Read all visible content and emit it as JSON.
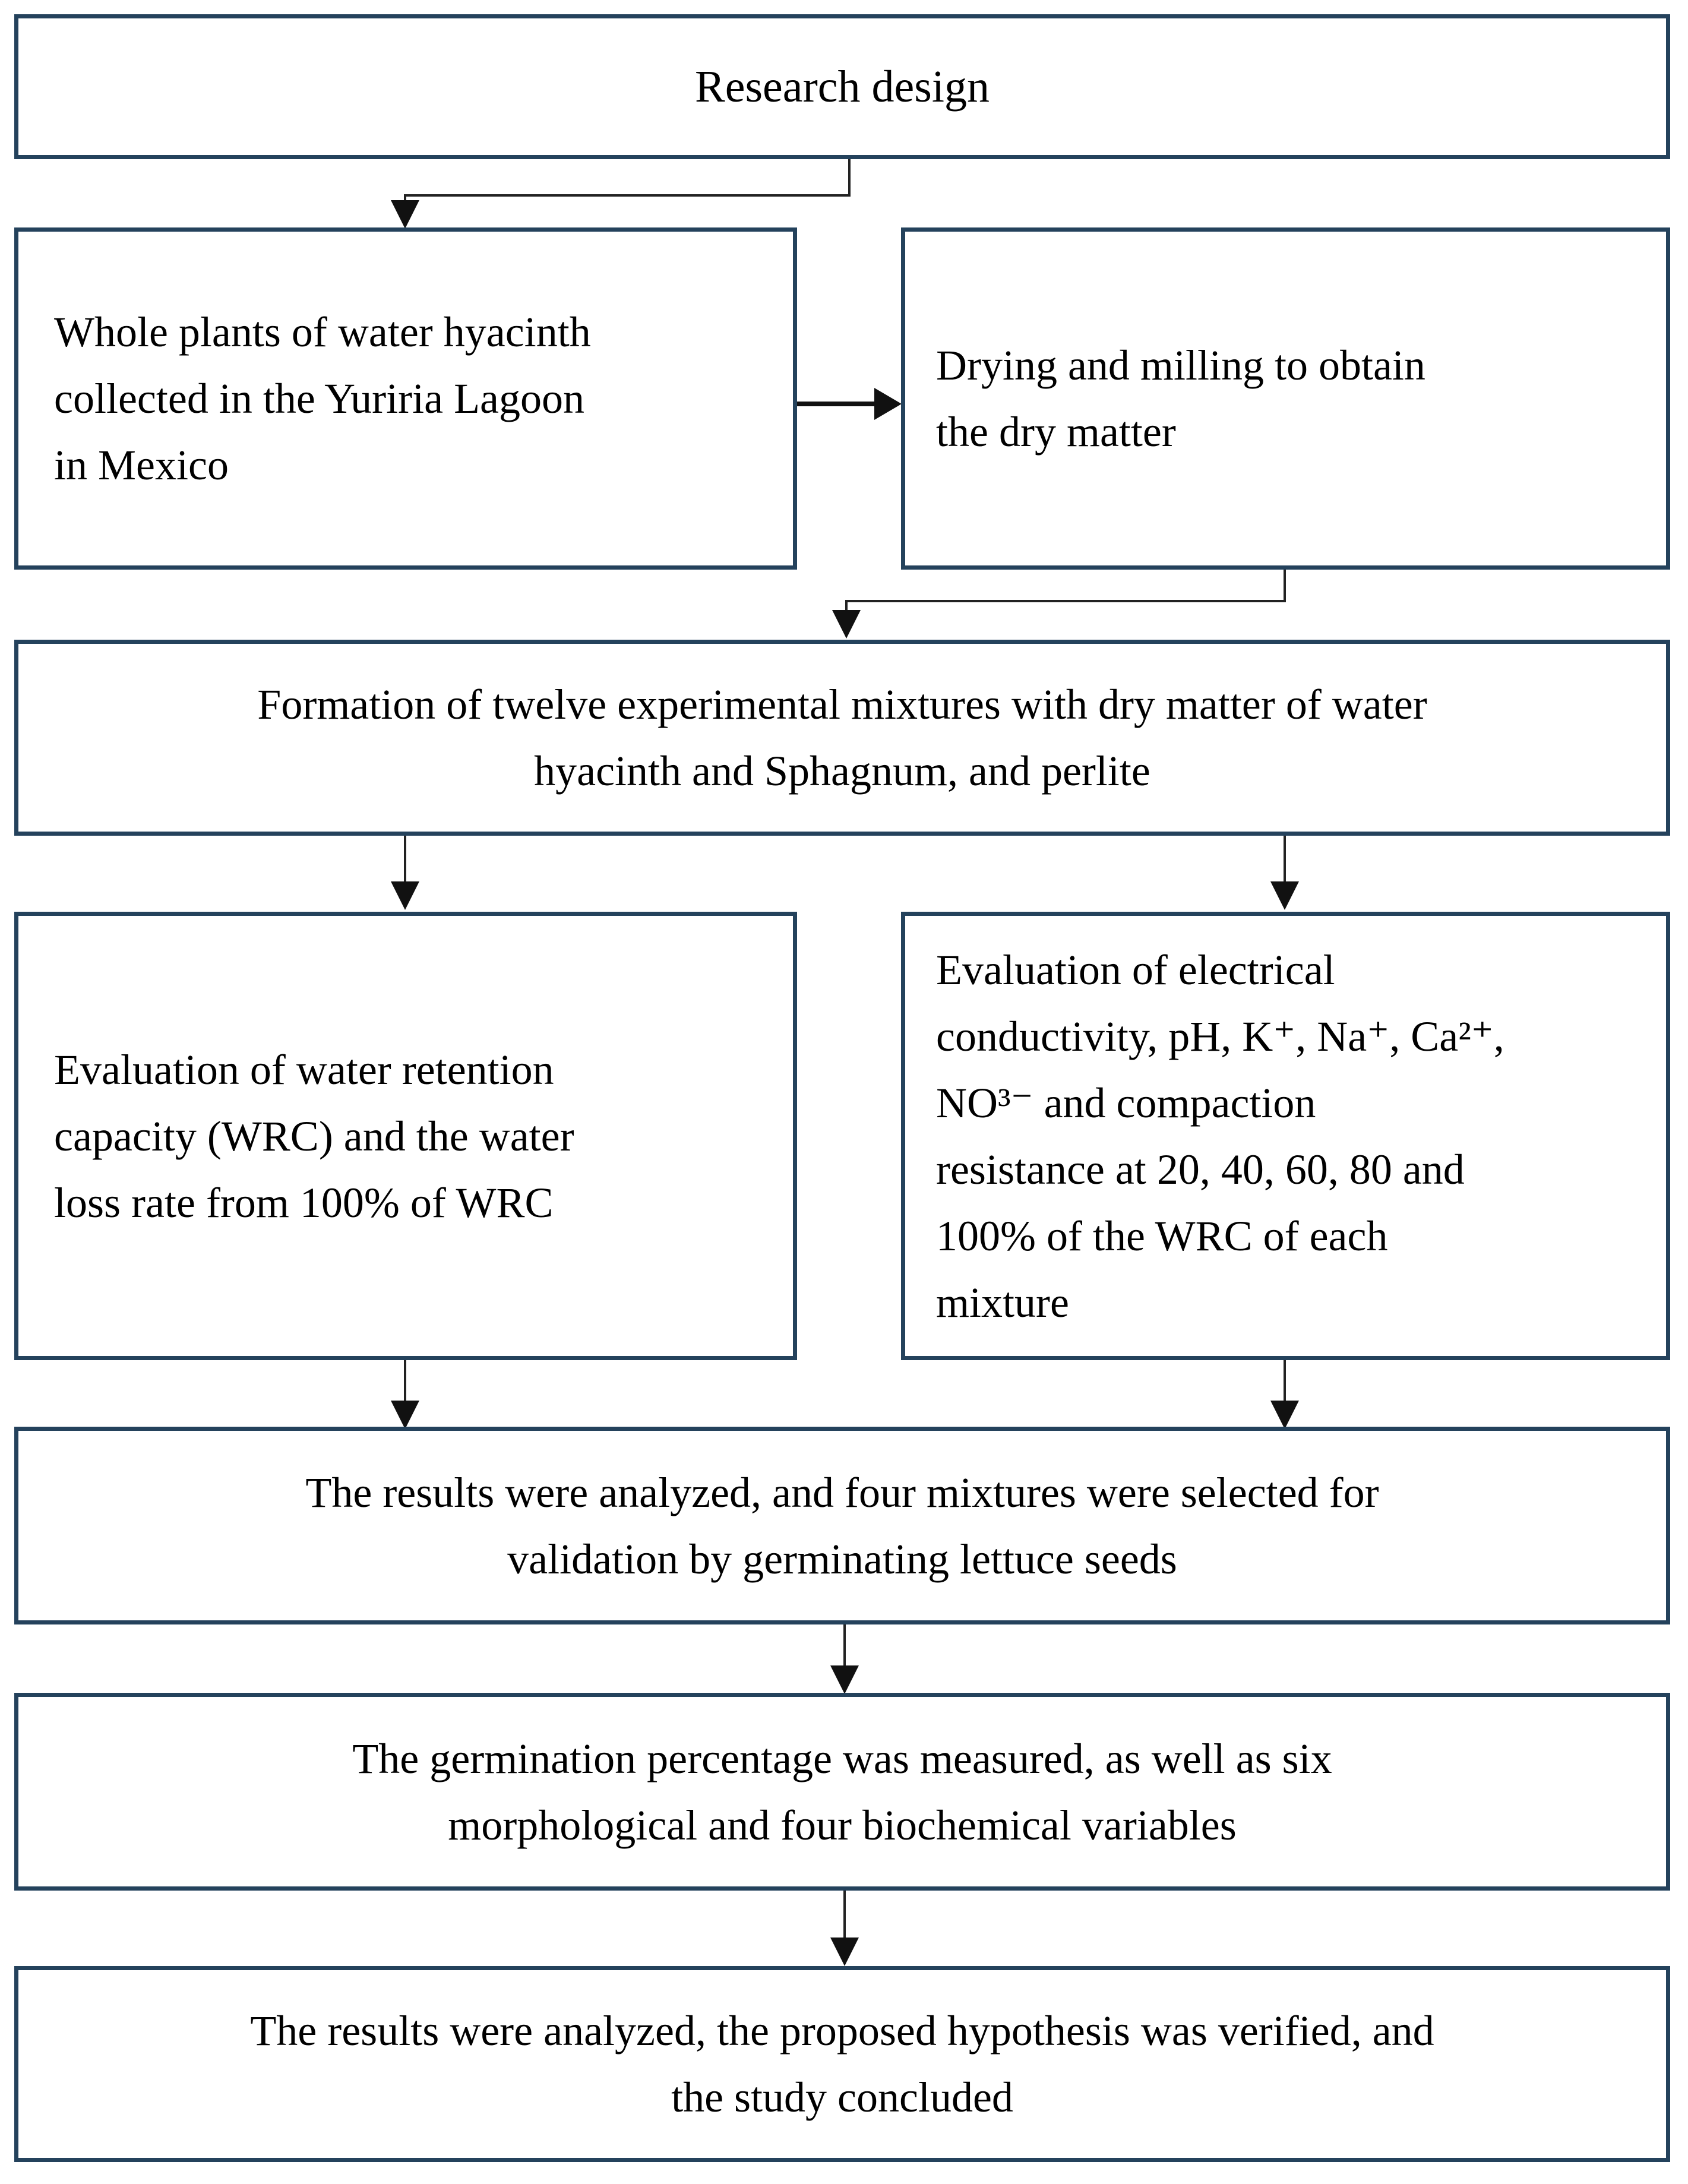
{
  "colors": {
    "box_border": "#24425C",
    "connector": "#111111",
    "background": "#FFFFFF",
    "text": "#000000"
  },
  "diagram": {
    "research_design": {
      "lines": [
        "Research design"
      ]
    },
    "collection": {
      "lines": [
        "Whole plants of water hyacinth",
        "collected in the Yuriria Lagoon",
        "in Mexico"
      ]
    },
    "drying": {
      "lines": [
        "Drying and milling to obtain",
        "the dry matter"
      ]
    },
    "formation": {
      "lines": [
        "Formation of twelve experimental mixtures with dry matter of water",
        "hyacinth and Sphagnum, and perlite"
      ]
    },
    "wrc_evaluation": {
      "lines": [
        "Evaluation of water retention",
        "capacity (WRC) and the water",
        "loss rate from 100% of WRC"
      ]
    },
    "chemical_evaluation": {
      "lines": [
        "Evaluation of electrical",
        "conductivity, pH, K⁺, Na⁺, Ca²⁺,",
        "NO³⁻ and compaction",
        "resistance at 20, 40, 60, 80 and",
        "100% of the WRC of each",
        "mixture"
      ]
    },
    "selection": {
      "lines": [
        "The results were analyzed, and four mixtures were selected for",
        "validation by germinating lettuce seeds"
      ]
    },
    "germination": {
      "lines": [
        "The germination percentage was measured, as well as six",
        "morphological and four biochemical variables"
      ]
    },
    "conclusion": {
      "lines": [
        "The results were analyzed, the proposed hypothesis was verified, and",
        "the study concluded"
      ]
    }
  }
}
